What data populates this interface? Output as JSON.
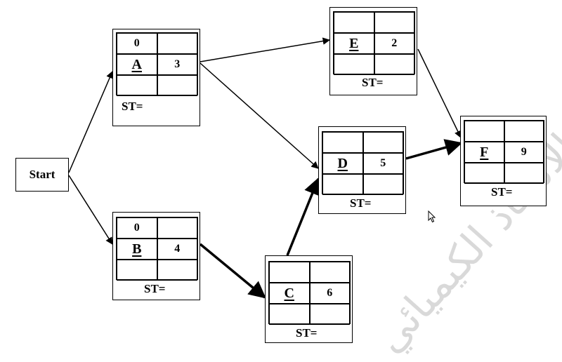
{
  "watermark": "الأستاذ الكيميائي",
  "start": {
    "label": "Start"
  },
  "nodes": {
    "A": {
      "name": "A",
      "es": "0",
      "duration": "3",
      "st": "ST="
    },
    "B": {
      "name": "B",
      "es": "0",
      "duration": "4",
      "st": "ST="
    },
    "C": {
      "name": "C",
      "es": "",
      "duration": "6",
      "st": "ST="
    },
    "D": {
      "name": "D",
      "es": "",
      "duration": "5",
      "st": "ST="
    },
    "E": {
      "name": "E",
      "es": "",
      "duration": "2",
      "st": "ST="
    },
    "F": {
      "name": "F",
      "es": "",
      "duration": "9",
      "st": "ST="
    }
  },
  "edges": [
    {
      "from": "Start",
      "to": "A",
      "critical": false
    },
    {
      "from": "Start",
      "to": "B",
      "critical": false
    },
    {
      "from": "A",
      "to": "E",
      "critical": false
    },
    {
      "from": "A",
      "to": "D",
      "critical": false
    },
    {
      "from": "B",
      "to": "C",
      "critical": true
    },
    {
      "from": "C",
      "to": "D",
      "critical": true
    },
    {
      "from": "D",
      "to": "F",
      "critical": true
    },
    {
      "from": "E",
      "to": "F",
      "critical": false
    }
  ],
  "colors": {
    "line": "#000000",
    "watermark": "#d9d9d9"
  }
}
